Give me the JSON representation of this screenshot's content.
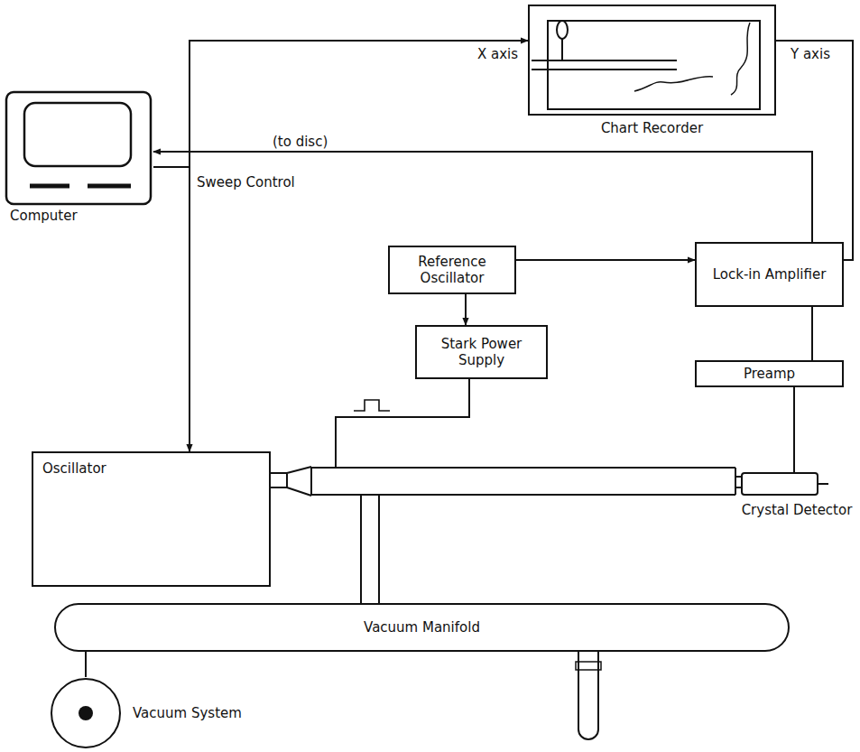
{
  "diagram": {
    "nodes": [
      {
        "text": [
          "Chart Recorder"
        ]
      },
      {
        "text": [
          "Computer"
        ]
      },
      {
        "text": [
          "Reference Oscillator"
        ]
      },
      {
        "text": [
          "Lock-in Amplifier"
        ]
      },
      {
        "text": [
          "Stark Power Supply"
        ]
      },
      {
        "text": [
          "Preamp"
        ]
      },
      {
        "text": [
          "Oscillator"
        ]
      },
      {
        "text": [
          "Crystal Detector"
        ]
      },
      {
        "text": [
          "Vacuum Manifold"
        ]
      },
      {
        "text": [
          "Vacuum System"
        ]
      }
    ],
    "edges": [
      {
        "from": 1,
        "to": 0,
        "arrow": "to",
        "label": "X axis"
      },
      {
        "from": 3,
        "to": 1,
        "arrow": "to",
        "label": "(to disc)"
      },
      {
        "from": 1,
        "to": 6,
        "arrow": "to",
        "label": "Sweep Control"
      },
      {
        "from": 3,
        "to": 0,
        "arrow": "none",
        "label": "Y axis"
      },
      {
        "from": 2,
        "to": 3,
        "arrow": "to"
      },
      {
        "from": 2,
        "to": 4,
        "arrow": "to"
      },
      {
        "from": 7,
        "to": 5,
        "arrow": "none"
      },
      {
        "from": 5,
        "to": 3,
        "arrow": "none"
      },
      {
        "from": 8,
        "to": 9,
        "arrow": "none"
      }
    ]
  }
}
